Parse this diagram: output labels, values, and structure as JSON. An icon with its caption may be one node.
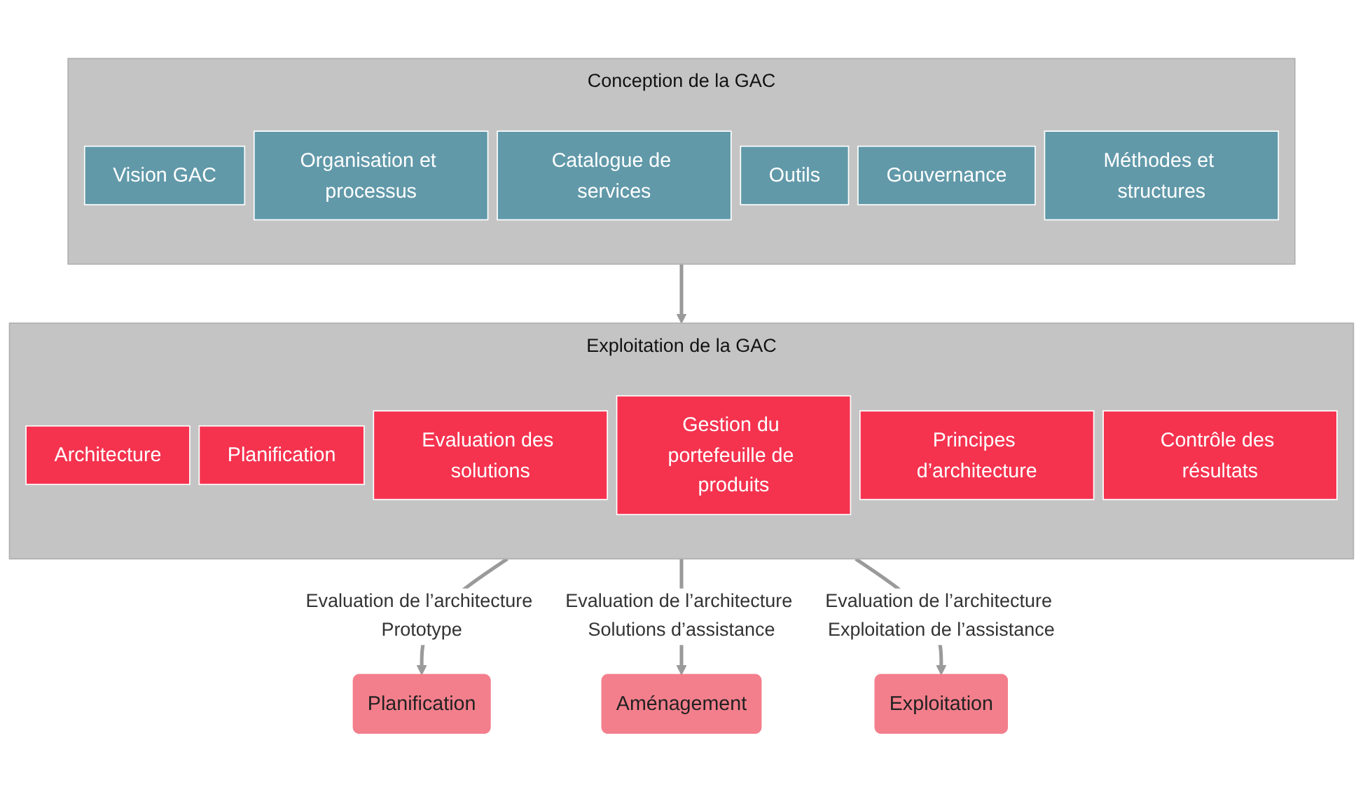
{
  "diagram": {
    "nodes": [
      {
        "text": [
          "Conception de la GAC"
        ]
      },
      {
        "text": [
          "Vision GAC"
        ],
        "in": 0
      },
      {
        "text": [
          "Organisation et processus"
        ],
        "in": 0
      },
      {
        "text": [
          "Catalogue de services"
        ],
        "in": 0
      },
      {
        "text": [
          "Outils"
        ],
        "in": 0
      },
      {
        "text": [
          "Gouvernance"
        ],
        "in": 0
      },
      {
        "text": [
          "Méthodes et structures"
        ],
        "in": 0
      },
      {
        "text": [
          "Exploitation de la GAC"
        ]
      },
      {
        "text": [
          "Architecture"
        ],
        "in": 7
      },
      {
        "text": [
          "Planification"
        ],
        "in": 7
      },
      {
        "text": [
          "Evaluation des solutions"
        ],
        "in": 7
      },
      {
        "text": [
          "Gestion du portefeuille de produits"
        ],
        "in": 7
      },
      {
        "text": [
          "Principes d’architecture"
        ],
        "in": 7
      },
      {
        "text": [
          "Contrôle des résultats"
        ],
        "in": 7
      },
      {
        "text": [
          "Planification"
        ]
      },
      {
        "text": [
          "Aménagement"
        ]
      },
      {
        "text": [
          "Exploitation"
        ]
      }
    ],
    "edges": [
      {
        "from": 0,
        "to": 7,
        "arrow": "to"
      },
      {
        "from": 7,
        "to": 14,
        "arrow": "to",
        "label": "Evaluation de l’architecture Prototype"
      },
      {
        "from": 7,
        "to": 15,
        "arrow": "to",
        "label": "Evaluation de l’architecture Solutions d’assistance"
      },
      {
        "from": 7,
        "to": 16,
        "arrow": "to",
        "label": "Evaluation de l’architecture Exploitation de l’assistance"
      }
    ]
  }
}
